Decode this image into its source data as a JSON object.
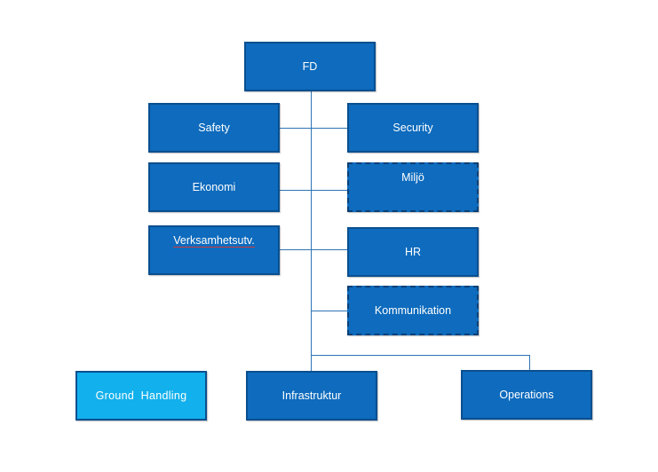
{
  "org_chart": {
    "root": "FD",
    "staff_left": [
      "Safety",
      "Ekonomi",
      "Verksamhetsutv."
    ],
    "staff_right": [
      "Security",
      "Miljö",
      "HR",
      "Kommunikation"
    ],
    "bottom": [
      "Ground  Handling",
      "Infrastruktur",
      "Operations"
    ]
  },
  "colors": {
    "box_fill": "#0e6bbd",
    "box_fill_light": "#12b0ec",
    "box_border": "#0a4f8f",
    "connector": "#2e74b5",
    "text": "#ffffff"
  }
}
